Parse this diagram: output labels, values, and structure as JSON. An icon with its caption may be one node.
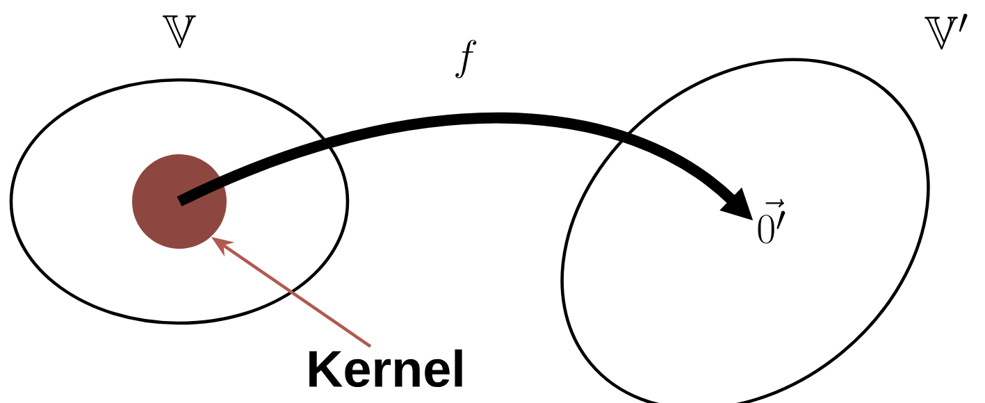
{
  "diagram": {
    "nodes": [
      {
        "text": [
          "\\mathbb{V}"
        ]
      },
      {
        "text": [],
        "shape": "circle",
        "in": 0
      },
      {
        "text": [
          "\\mathbb{V}'"
        ]
      },
      {
        "text": [
          "\\vec{0'}"
        ],
        "in": 2
      },
      {
        "text": [
          "Kernel"
        ]
      }
    ],
    "edges": [
      {
        "from": 1,
        "to": 3,
        "arrow": "to",
        "label": "f",
        "style": "thick"
      },
      {
        "from": 4,
        "to": 1,
        "arrow": "to",
        "color": "#b05a50"
      }
    ]
  }
}
